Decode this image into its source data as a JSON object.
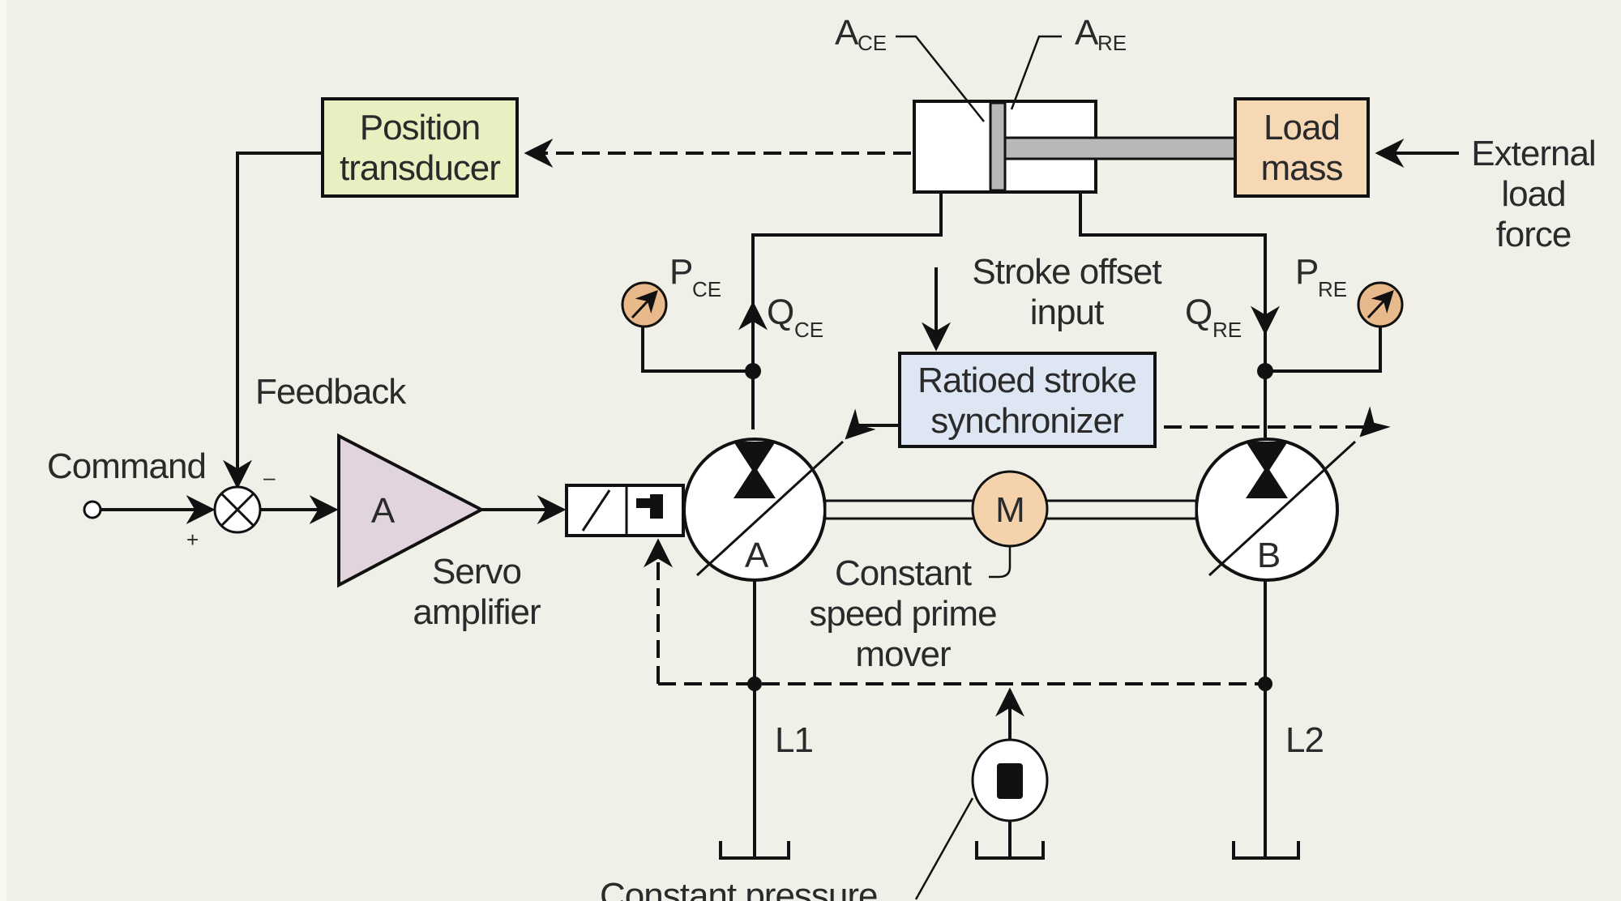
{
  "diagram": {
    "title": "Ratioed stroke synchronized hydrostatic servo system",
    "colors": {
      "background": "#f0efe8",
      "transducer_fill": "#e6f0c0",
      "load_fill": "#f6d9b4",
      "synchronizer_fill": "#dde6f2",
      "amplifier_fill": "#e2d4dc",
      "motor_fill": "#f3d2ac",
      "gauge_fill": "#e8b98a"
    },
    "blocks": {
      "position_transducer": [
        "Position",
        "transducer"
      ],
      "load_mass": [
        "Load",
        "mass"
      ],
      "synchronizer": [
        "Ratioed stroke",
        "synchronizer"
      ],
      "amplifier_symbol": "A",
      "motor_symbol": "M",
      "pump_a_symbol": "A",
      "pump_b_symbol": "B"
    },
    "labels": {
      "a_ce": {
        "main": "A",
        "sub": "CE"
      },
      "a_re": {
        "main": "A",
        "sub": "RE"
      },
      "p_ce": {
        "main": "P",
        "sub": "CE"
      },
      "p_re": {
        "main": "P",
        "sub": "RE"
      },
      "q_ce": {
        "main": "Q",
        "sub": "CE"
      },
      "q_re": {
        "main": "Q",
        "sub": "RE"
      },
      "external_load_force": [
        "External",
        "load",
        "force"
      ],
      "stroke_offset_input": [
        "Stroke offset",
        "input"
      ],
      "feedback": "Feedback",
      "command": "Command",
      "minus_sign": "–",
      "plus_sign": "+",
      "servo_amplifier": [
        "Servo",
        "amplifier"
      ],
      "prime_mover": [
        "Constant",
        "speed prime",
        "mover"
      ],
      "line_1": "L1",
      "line_2": "L2",
      "constant_pressure": "Constant pressure"
    }
  }
}
